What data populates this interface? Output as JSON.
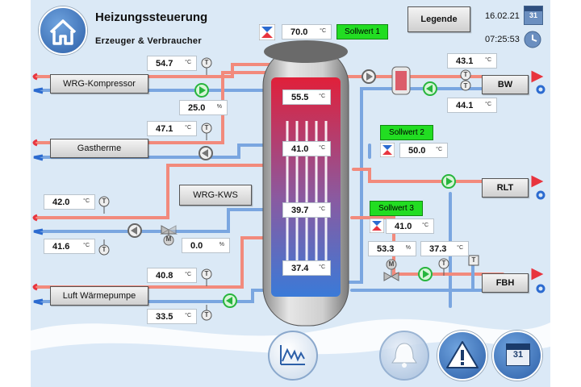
{
  "header": {
    "title": "Heizungssteuerung",
    "subtitle": "Erzeuger & Verbraucher",
    "legend_button": "Legende",
    "date": "16.02.21",
    "time": "07:25:53",
    "calendar_day": "31"
  },
  "tank": {
    "setpoint_top": {
      "value": "70.0",
      "unit": "°C"
    },
    "setpoint_badge_1": "Sollwert 1",
    "temp_1": {
      "value": "55.5",
      "unit": "°C"
    },
    "temp_2": {
      "value": "41.0",
      "unit": "°C"
    },
    "temp_3": {
      "value": "39.7",
      "unit": "°C"
    },
    "temp_4": {
      "value": "37.4",
      "unit": "°C"
    }
  },
  "producers": {
    "wrg_kompressor": {
      "label": "WRG-Kompressor",
      "flow": {
        "value": "54.7",
        "unit": "°C"
      },
      "pump": {
        "value": "25.0",
        "unit": "%"
      }
    },
    "gastherme": {
      "label": "Gastherme",
      "flow": {
        "value": "47.1",
        "unit": "°C"
      }
    },
    "wrg_kws": {
      "label": "WRG-KWS",
      "supply": {
        "value": "42.0",
        "unit": "°C"
      },
      "return": {
        "value": "41.6",
        "unit": "°C"
      },
      "valve": {
        "value": "0.0",
        "unit": "%"
      }
    },
    "luft_waermepumpe": {
      "label": "Luft Wärmepumpe",
      "flow": {
        "value": "40.8",
        "unit": "°C"
      },
      "return": {
        "value": "33.5",
        "unit": "°C"
      }
    }
  },
  "consumers": {
    "bw": {
      "label": "BW",
      "supply": {
        "value": "43.1",
        "unit": "°C"
      },
      "return": {
        "value": "44.1",
        "unit": "°C"
      }
    },
    "sollwert_2": {
      "badge": "Sollwert 2",
      "value": "50.0",
      "unit": "°C"
    },
    "rlt": {
      "label": "RLT"
    },
    "sollwert_3": {
      "badge": "Sollwert 3",
      "value": "41.0",
      "unit": "°C"
    },
    "fbh": {
      "label": "FBH",
      "valve": {
        "value": "53.3",
        "unit": "%"
      },
      "supply": {
        "value": "37.3",
        "unit": "°C"
      }
    }
  },
  "sensor_letter": "T",
  "motor_letter": "M",
  "colors": {
    "hot_pipe": "#f07a6a",
    "cold_pipe": "#5b8fd6",
    "pump_green": "#27b53d",
    "setpoint_green": "#22dd22",
    "background": "#dbe9f6"
  },
  "nav": {
    "home": "home-icon",
    "trend": "trend-chart-icon",
    "bell": "bell-icon",
    "alarm": "warning-icon",
    "calendar": "calendar-icon",
    "calendar_day": "31"
  }
}
